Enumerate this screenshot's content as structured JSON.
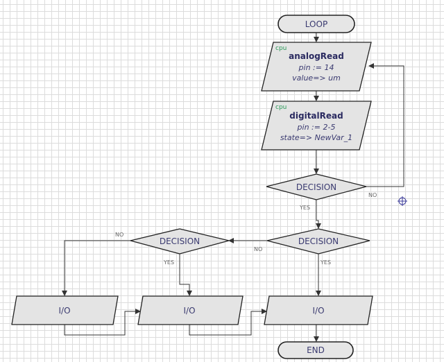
{
  "terminals": {
    "start": "LOOP",
    "end": "END"
  },
  "block_1": {
    "tag": "cpu",
    "title": "analogRead",
    "param_1": "pin := 14",
    "param_2": "value=> um"
  },
  "block_2": {
    "tag": "cpu",
    "title": "digitalRead",
    "param_1": "pin := 2-5",
    "param_2": "state=> NewVar_1"
  },
  "decisions": {
    "top": "DECISION",
    "right": "DECISION",
    "left": "DECISION"
  },
  "io": {
    "left": "I/O",
    "middle": "I/O",
    "right": "I/O"
  },
  "branch_labels": {
    "top_no": "NO",
    "top_yes": "YES",
    "right_no": "NO",
    "right_yes": "YES",
    "left_no": "NO",
    "left_yes": "YES"
  },
  "colors": {
    "shape_fill": "#e4e4e4",
    "text": "#3a3a70",
    "tag_green": "#2c9a5a",
    "grid": "#dcdcdc"
  },
  "icons": {
    "crosshair": "crosshair-icon"
  }
}
